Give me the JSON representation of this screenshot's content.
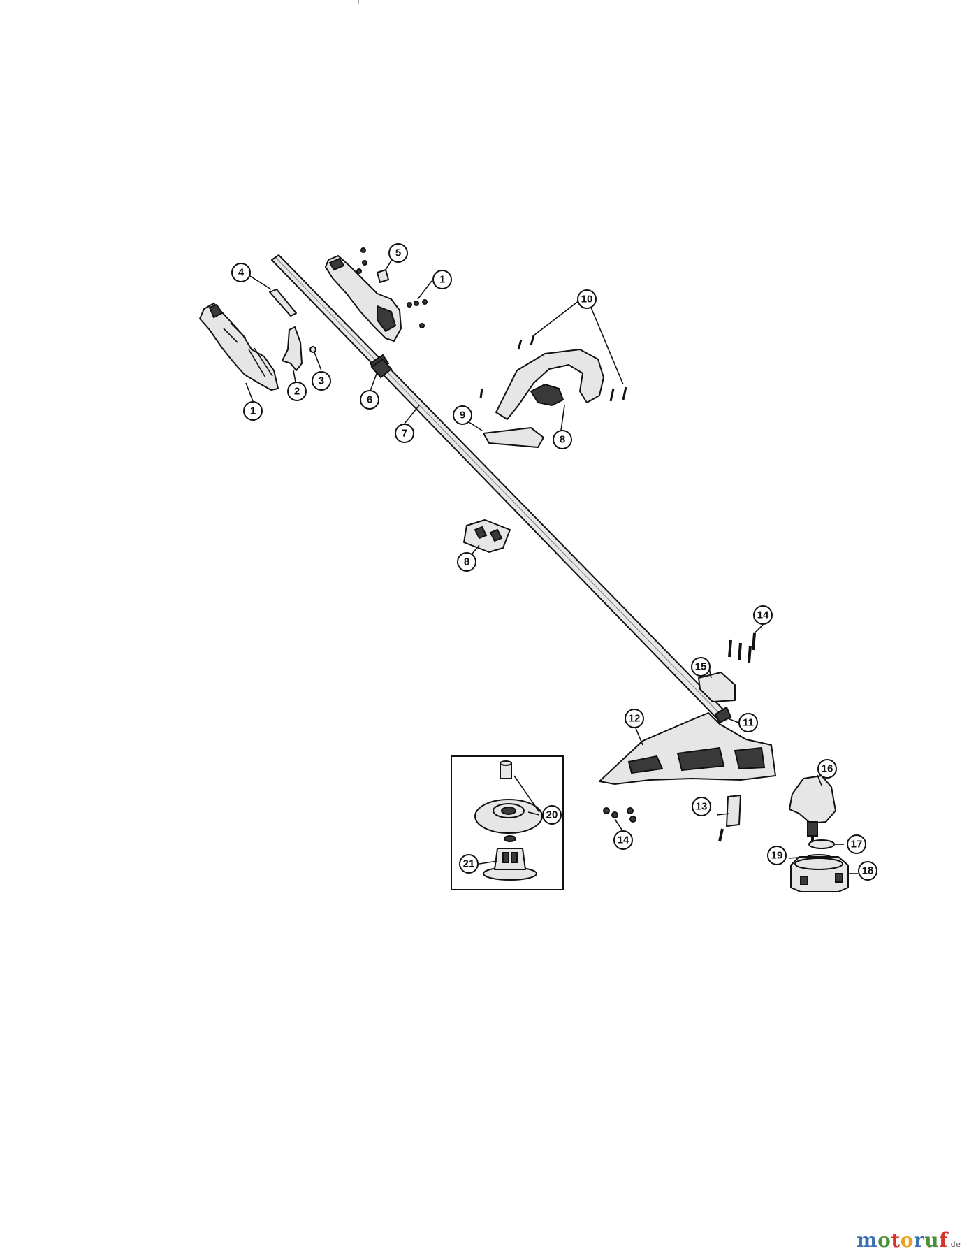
{
  "callouts": [
    {
      "id": "c-1a",
      "number": "1"
    },
    {
      "id": "c-1b",
      "number": "1"
    },
    {
      "id": "c-2",
      "number": "2"
    },
    {
      "id": "c-3",
      "number": "3"
    },
    {
      "id": "c-4",
      "number": "4"
    },
    {
      "id": "c-5",
      "number": "5"
    },
    {
      "id": "c-6",
      "number": "6"
    },
    {
      "id": "c-7",
      "number": "7"
    },
    {
      "id": "c-8a",
      "number": "8"
    },
    {
      "id": "c-8b",
      "number": "8"
    },
    {
      "id": "c-9",
      "number": "9"
    },
    {
      "id": "c-10",
      "number": "10"
    },
    {
      "id": "c-11",
      "number": "11"
    },
    {
      "id": "c-12",
      "number": "12"
    },
    {
      "id": "c-13",
      "number": "13"
    },
    {
      "id": "c-14a",
      "number": "14"
    },
    {
      "id": "c-14b",
      "number": "14"
    },
    {
      "id": "c-15",
      "number": "15"
    },
    {
      "id": "c-16",
      "number": "16"
    },
    {
      "id": "c-17",
      "number": "17"
    },
    {
      "id": "c-18",
      "number": "18"
    },
    {
      "id": "c-19",
      "number": "19"
    },
    {
      "id": "c-20",
      "number": "20"
    },
    {
      "id": "c-21",
      "number": "21"
    }
  ],
  "watermark": {
    "letters": [
      "m",
      "o",
      "t",
      "o",
      "r",
      "u",
      "f"
    ],
    "letter_colors": [
      "#3d6fb6",
      "#4f8f3a",
      "#d8332b",
      "#e8a21c",
      "#3d6fb6",
      "#4f8f3a",
      "#d8332b"
    ],
    "tld": ".de"
  }
}
